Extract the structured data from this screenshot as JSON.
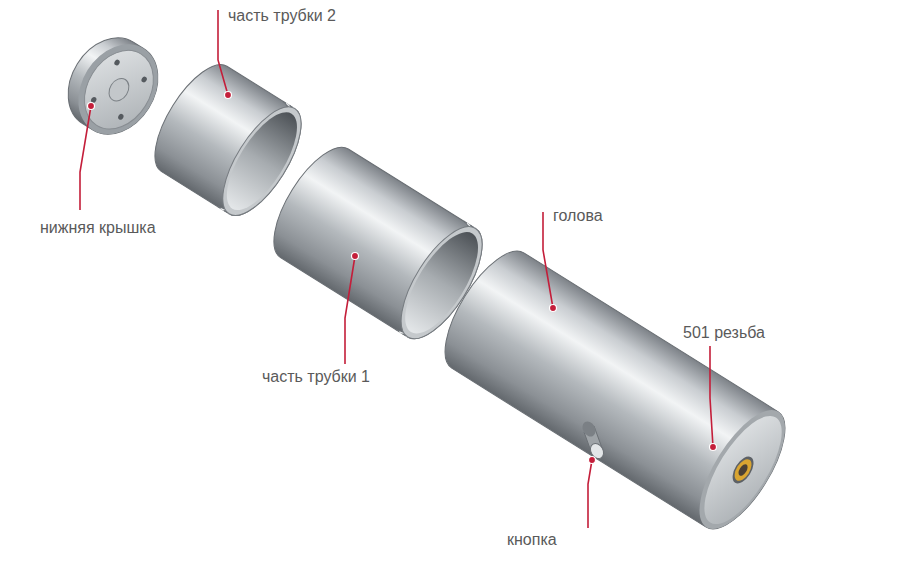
{
  "diagram": {
    "labels": [
      "часть трубки 2",
      "нижняя крышка",
      "голова",
      "часть трубки 1",
      "501 резьба",
      "кнопка"
    ]
  }
}
